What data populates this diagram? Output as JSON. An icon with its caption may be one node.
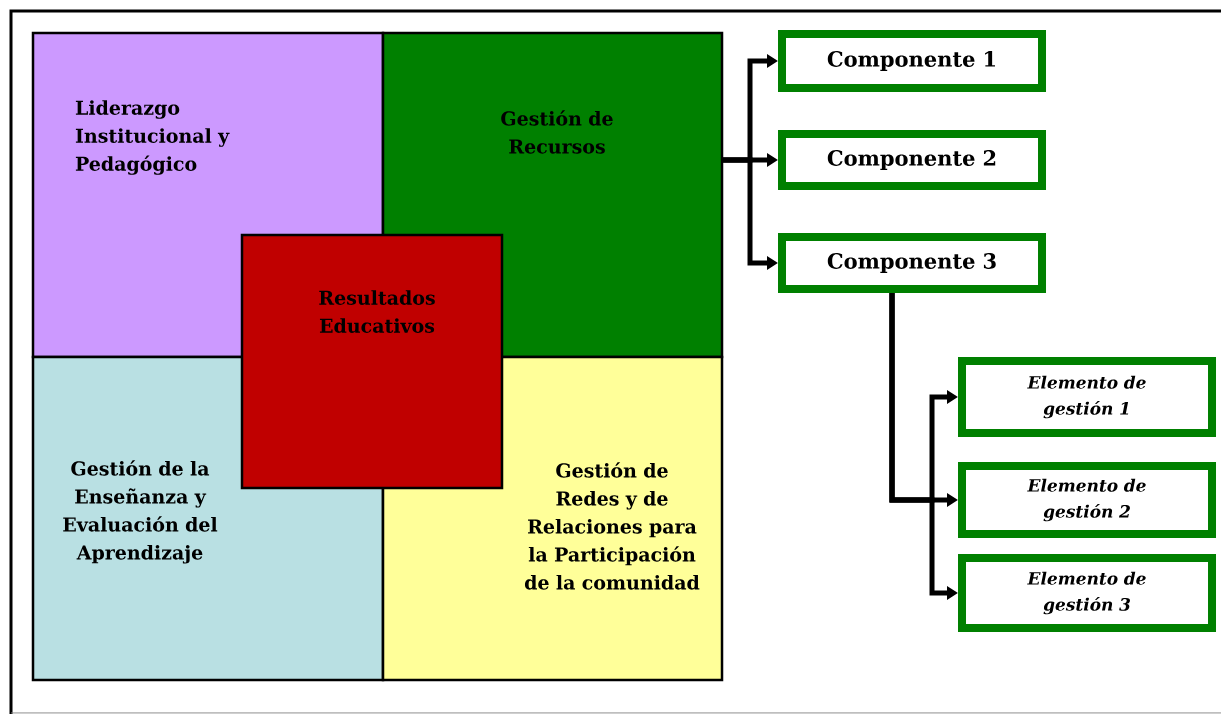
{
  "diagram": {
    "nodes": [
      {
        "text": [
          "Liderazgo Institucional y Pedagógico"
        ]
      },
      {
        "text": [
          "Gestión de Recursos"
        ]
      },
      {
        "text": [
          "Resultados Educativos"
        ]
      },
      {
        "text": [
          "Gestión de la Enseñanza y Evaluación del Aprendizaje"
        ]
      },
      {
        "text": [
          "Gestión de Redes y de Relaciones para la Participación de la comunidad"
        ]
      },
      {
        "text": [
          "Componente 1"
        ]
      },
      {
        "text": [
          "Componente 2"
        ]
      },
      {
        "text": [
          "Componente 3"
        ]
      },
      {
        "text": [
          "Elemento de gestión 1"
        ]
      },
      {
        "text": [
          "Elemento de gestión 2"
        ]
      },
      {
        "text": [
          "Elemento de gestión 3"
        ]
      }
    ],
    "edges": [
      {
        "from": 1,
        "to": 5,
        "arrow": "to"
      },
      {
        "from": 1,
        "to": 6,
        "arrow": "to"
      },
      {
        "from": 1,
        "to": 7,
        "arrow": "to"
      },
      {
        "from": 7,
        "to": 8,
        "arrow": "to"
      },
      {
        "from": 7,
        "to": 9,
        "arrow": "to"
      },
      {
        "from": 7,
        "to": 10,
        "arrow": "to"
      }
    ]
  }
}
